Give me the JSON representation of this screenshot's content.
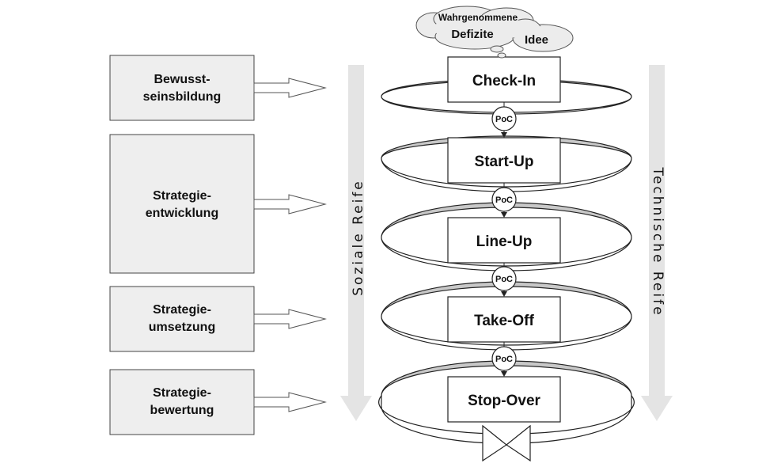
{
  "cloud": {
    "line1": "Wahrgenommene",
    "line2": "Defizite",
    "idea": "Idee"
  },
  "left_boxes": [
    {
      "line1": "Bewusst-",
      "line2": "seinsbildung"
    },
    {
      "line1": "Strategie-",
      "line2": "entwicklung"
    },
    {
      "line1": "Strategie-",
      "line2": "umsetzung"
    },
    {
      "line1": "Strategie-",
      "line2": "bewertung"
    }
  ],
  "side_labels": {
    "left": "Soziale Reife",
    "right": "Technische Reife"
  },
  "stages": [
    "Check-In",
    "Start-Up",
    "Line-Up",
    "Take-Off",
    "Stop-Over"
  ],
  "poc_label": "PoC",
  "colors": {
    "box_fill": "#eeeeee",
    "ring_shade": "#c8c8c8",
    "arrow_fill": "#e4e4e4",
    "stroke": "#222222"
  }
}
